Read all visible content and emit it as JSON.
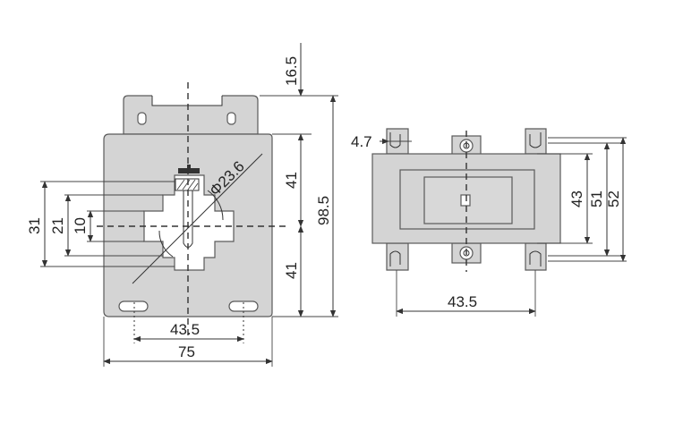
{
  "front_view": {
    "dims": {
      "top_flange": "16.5",
      "upper_half": "41",
      "lower_half": "41",
      "total_height": "98.5",
      "window_diameter": "Φ23.6",
      "window_31": "31",
      "window_21": "21",
      "window_10": "10",
      "slot_spacing": "43.5",
      "total_width": "75"
    }
  },
  "side_view": {
    "dims": {
      "clip_width": "4.7",
      "height_43": "43",
      "height_51": "51",
      "height_52": "52",
      "mount_spacing": "43.5"
    }
  },
  "colors": {
    "body": "#d4d4d4",
    "outline": "#5a5a5a",
    "dimension_line": "#333333"
  }
}
